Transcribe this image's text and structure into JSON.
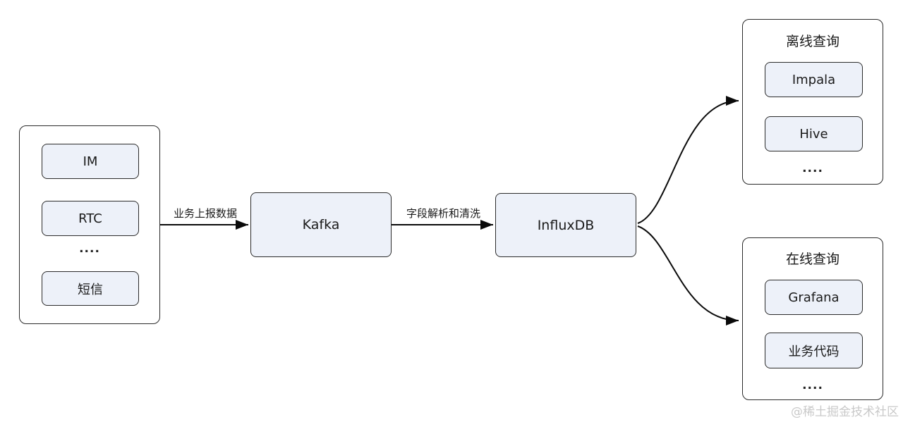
{
  "nodes": {
    "source_group": {
      "items": [
        "IM",
        "RTC",
        "短信"
      ],
      "ellipsis": "...."
    },
    "kafka": {
      "label": "Kafka"
    },
    "influxdb": {
      "label": "InfluxDB"
    },
    "offline_group": {
      "title": "离线查询",
      "items": [
        "Impala",
        "Hive"
      ],
      "ellipsis": "...."
    },
    "online_group": {
      "title": "在线查询",
      "items": [
        "Grafana",
        "业务代码"
      ],
      "ellipsis": "...."
    }
  },
  "edges": {
    "source_to_kafka": {
      "label": "业务上报数据"
    },
    "kafka_to_influxdb": {
      "label": "字段解析和清洗"
    }
  },
  "watermark": "@稀土掘金技术社区",
  "colors": {
    "node_fill": "#edf1f9",
    "node_border": "#2b2b2b",
    "arrow": "#0a0a0a",
    "text": "#1a1a1a",
    "watermark": "#c9c9c9",
    "background": "#ffffff"
  }
}
